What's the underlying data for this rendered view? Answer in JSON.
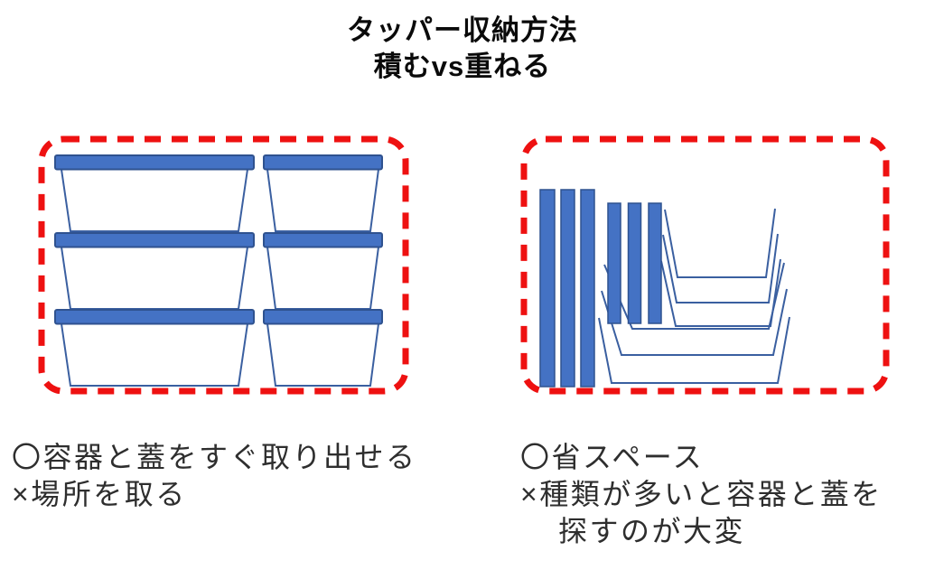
{
  "title": {
    "line1": "タッパー収納方法",
    "line2": "積むvs重ねる"
  },
  "notes": {
    "left": [
      "〇容器と蓋をすぐ取り出せる",
      "×場所を取る"
    ],
    "right": [
      "〇省スペース",
      "×種類が多いと容器と蓋を",
      "探すのが大変"
    ]
  },
  "diagram": {
    "left_zone": {
      "style": "red-dashed-rounded-rectangle",
      "content": "lidded-containers-stacked",
      "columns": 2,
      "stacked_per_column": 3,
      "total_containers": 6
    },
    "right_zone": {
      "style": "red-dashed-rounded-rectangle",
      "content": "nested-containers-with-lids-standing-vertically",
      "tall_lids_standing": 3,
      "short_lids_standing": 3,
      "large_nested_containers": 3,
      "small_nested_containers": 3
    }
  },
  "colors": {
    "highlight_red": "#ee1111",
    "lid_blue": "#4472c4",
    "lid_border": "#2f528f",
    "outline_blue": "#3a5fa0",
    "text_dark": "#2e2e2e",
    "title_black": "#0a0a0a"
  }
}
